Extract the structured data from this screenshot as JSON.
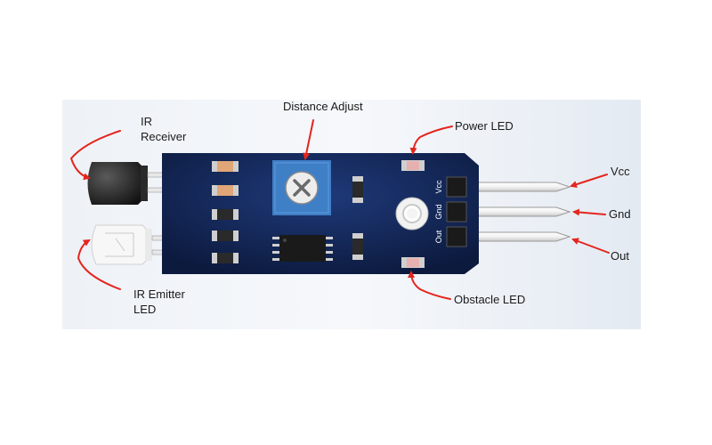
{
  "labels": {
    "ir_receiver": [
      "IR",
      "Receiver"
    ],
    "ir_emitter": [
      "IR Emitter",
      "LED"
    ],
    "distance_adjust": "Distance Adjust",
    "power_led": "Power LED",
    "obstacle_led": "Obstacle LED",
    "vcc": "Vcc",
    "gnd": "Gnd",
    "out": "Out"
  },
  "pin_labels": [
    "Vcc",
    "Gnd",
    "Out"
  ],
  "colors": {
    "board": "#10204a",
    "pin": "#ffffff",
    "arrow": "#e3261f",
    "pot": "#3f7fc6",
    "resistor": "#e0a677",
    "background_band": "#e9eef4"
  }
}
